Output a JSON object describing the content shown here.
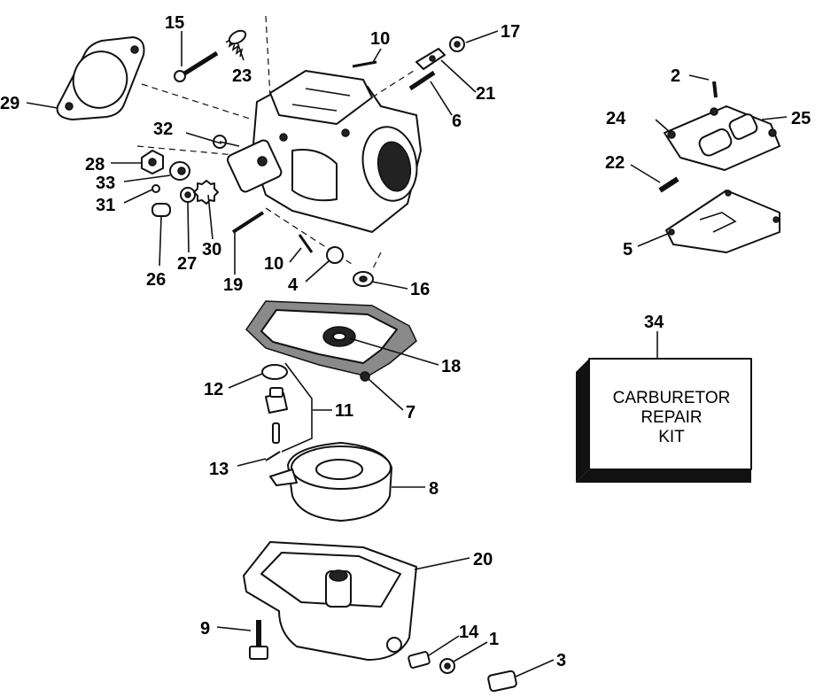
{
  "callouts": {
    "p1": "1",
    "p2": "2",
    "p3": "3",
    "p4": "4",
    "p5": "5",
    "p6": "6",
    "p7": "7",
    "p8": "8",
    "p9": "9",
    "p10a": "10",
    "p10b": "10",
    "p11": "11",
    "p12": "12",
    "p13": "13",
    "p14": "14",
    "p15": "15",
    "p16": "16",
    "p17": "17",
    "p18": "18",
    "p19": "19",
    "p20": "20",
    "p21": "21",
    "p22": "22",
    "p23": "23",
    "p24": "24",
    "p25": "25",
    "p26": "26",
    "p27": "27",
    "p28": "28",
    "p29": "29",
    "p30": "30",
    "p31": "31",
    "p32": "32",
    "p33": "33",
    "p34": "34"
  },
  "kit": {
    "line1": "CARBURETOR",
    "line2": "REPAIR",
    "line3": "KIT"
  }
}
